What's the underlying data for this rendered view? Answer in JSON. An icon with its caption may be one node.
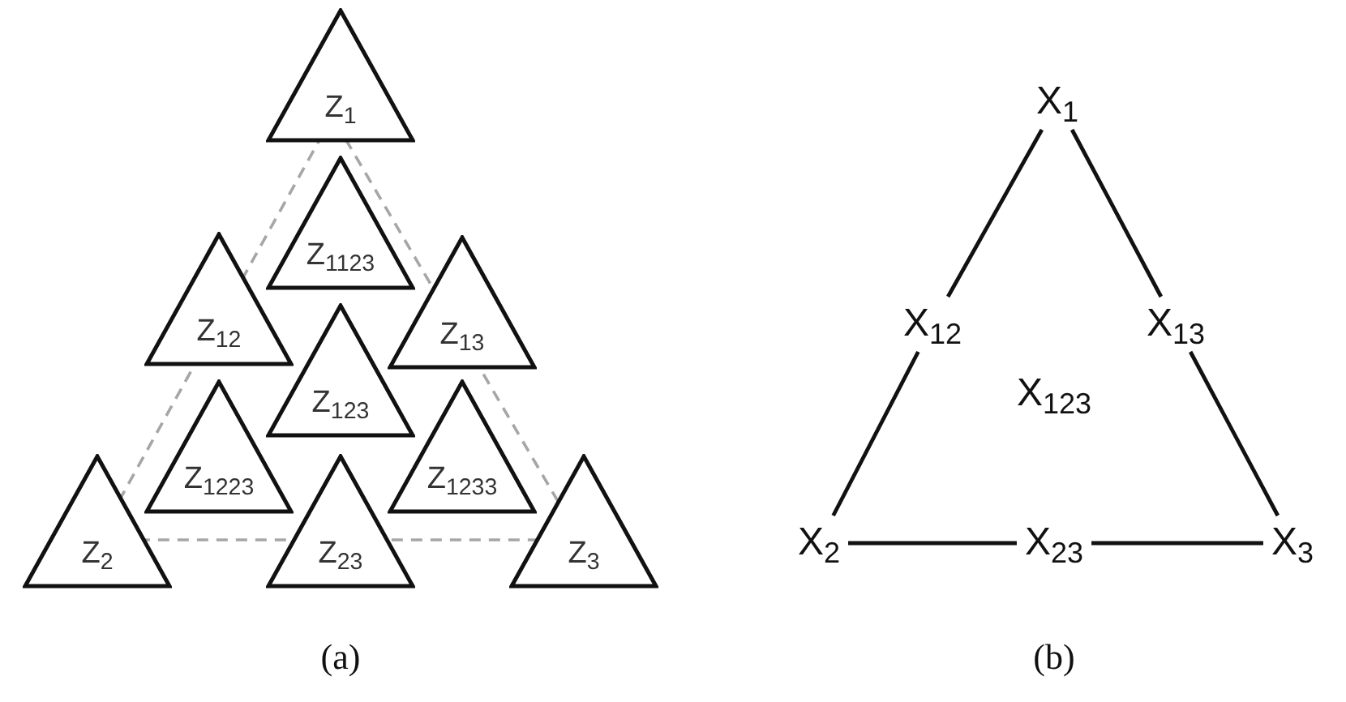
{
  "diagram": {
    "nodes": [
      {
        "text": [
          "Z$_{1}$"
        ]
      },
      {
        "text": [
          "Z$_{1123}$"
        ]
      },
      {
        "text": [
          "Z$_{12}$"
        ]
      },
      {
        "text": [
          "Z$_{13}$"
        ]
      },
      {
        "text": [
          "Z$_{123}$"
        ]
      },
      {
        "text": [
          "Z$_{1223}$"
        ]
      },
      {
        "text": [
          "Z$_{1233}$"
        ]
      },
      {
        "text": [
          "Z$_{2}$"
        ]
      },
      {
        "text": [
          "Z$_{23}$"
        ]
      },
      {
        "text": [
          "Z$_{3}$"
        ]
      },
      {
        "text": [
          "X$_{1}$"
        ]
      },
      {
        "text": [
          "X$_{12}$"
        ]
      },
      {
        "text": [
          "X$_{13}$"
        ]
      },
      {
        "text": [
          "X$_{123}$"
        ]
      },
      {
        "text": [
          "X$_{2}$"
        ]
      },
      {
        "text": [
          "X$_{23}$"
        ]
      },
      {
        "text": [
          "X$_{3}$"
        ]
      }
    ],
    "edges": [
      {
        "from": 10,
        "to": 11,
        "arrow": "none"
      },
      {
        "from": 11,
        "to": 14,
        "arrow": "none"
      },
      {
        "from": 10,
        "to": 12,
        "arrow": "none"
      },
      {
        "from": 12,
        "to": 16,
        "arrow": "none"
      },
      {
        "from": 14,
        "to": 15,
        "arrow": "none"
      },
      {
        "from": 15,
        "to": 16,
        "arrow": "none"
      }
    ],
    "labels": [
      "(a)",
      "(b)"
    ]
  }
}
